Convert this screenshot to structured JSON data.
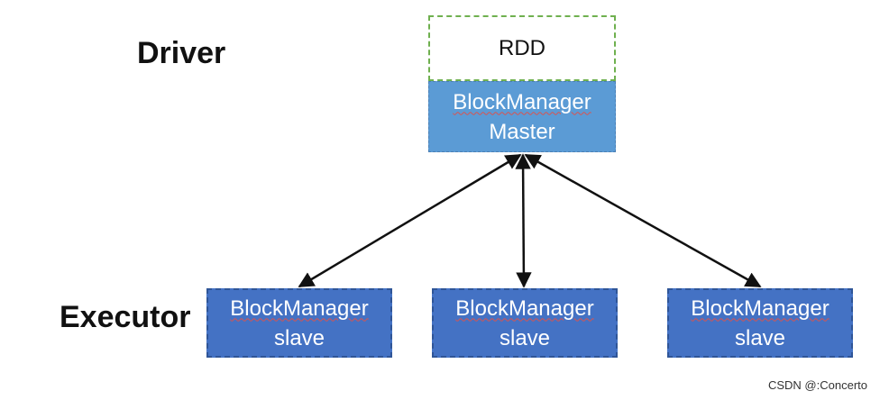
{
  "labels": {
    "driver": "Driver",
    "executor": "Executor"
  },
  "rdd": {
    "text": "RDD"
  },
  "master": {
    "line1": "BlockManager",
    "line2": "Master"
  },
  "slaves": [
    {
      "line1": "BlockManager",
      "line2": "slave"
    },
    {
      "line1": "BlockManager",
      "line2": "slave"
    },
    {
      "line1": "BlockManager",
      "line2": "slave"
    }
  ],
  "watermark": "CSDN @:Concerto",
  "colors": {
    "rdd_border": "#6fb04f",
    "master_fill": "#5b9bd5",
    "slave_fill": "#4472c4",
    "arrow": "#111111"
  }
}
